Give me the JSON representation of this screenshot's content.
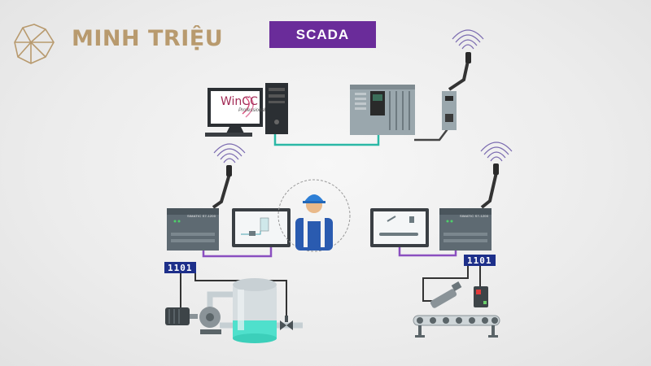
{
  "brand": {
    "name": "MINH TRIỆU",
    "logo_icon": "crystal-gem-icon",
    "color": "#b89a6e"
  },
  "diagram": {
    "title": "SCADA",
    "title_color": "#6a2c9a",
    "software": {
      "name": "WinCC",
      "edition": "Professional"
    },
    "plc_left_label": "SIMATIC S7-1200",
    "plc_right_label": "SIMATIC S7-1200",
    "network_tags": {
      "left": "1101",
      "right": "1101"
    },
    "colors": {
      "profinet": "#2bb8a6",
      "hmi_link": "#8a4fc0",
      "tag": "#1d2f8a"
    }
  }
}
